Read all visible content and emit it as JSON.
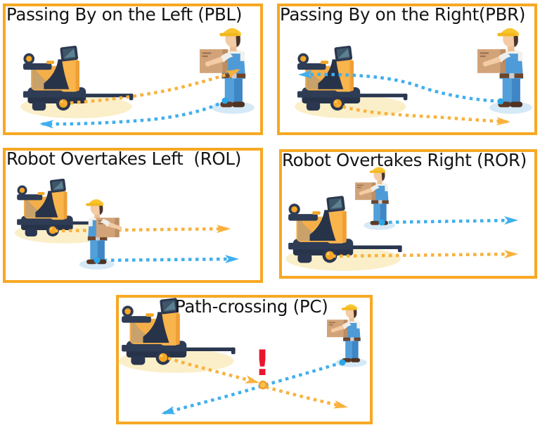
{
  "figure": {
    "panels": [
      {
        "key": "pbl",
        "title": "Passing By on the Left (PBL)",
        "robot_path": {
          "color": "#F9B13C",
          "arrow": "right"
        },
        "human_path": {
          "color": "#3FAFEE",
          "arrow": "left"
        }
      },
      {
        "key": "pbr",
        "title": "Passing By on the Right(PBR)",
        "robot_path": {
          "color": "#F9B13C",
          "arrow": "right"
        },
        "human_path": {
          "color": "#3FAFEE",
          "arrow": "left"
        }
      },
      {
        "key": "rol",
        "title": "Robot Overtakes Left  (ROL)",
        "robot_path": {
          "color": "#F9B13C",
          "arrow": "right"
        },
        "human_path": {
          "color": "#3FAFEE",
          "arrow": "right"
        }
      },
      {
        "key": "ror",
        "title": "Robot Overtakes Right (ROR)",
        "robot_path": {
          "color": "#F9B13C",
          "arrow": "right"
        },
        "human_path": {
          "color": "#3FAFEE",
          "arrow": "right"
        }
      },
      {
        "key": "pc",
        "title": "Path-crossing (PC)",
        "robot_path": {
          "color": "#F9B13C",
          "arrow": "down-right"
        },
        "human_path": {
          "color": "#3FAFEE",
          "arrow": "down-left"
        },
        "warning_mark": "!"
      }
    ]
  },
  "colors": {
    "panel-border": "#F7A823",
    "robot-path": "#F9B13C",
    "human-path": "#3FAFEE",
    "warning-red": "#E9152D",
    "title-text": "#141414",
    "background": "#FFFFFF"
  }
}
